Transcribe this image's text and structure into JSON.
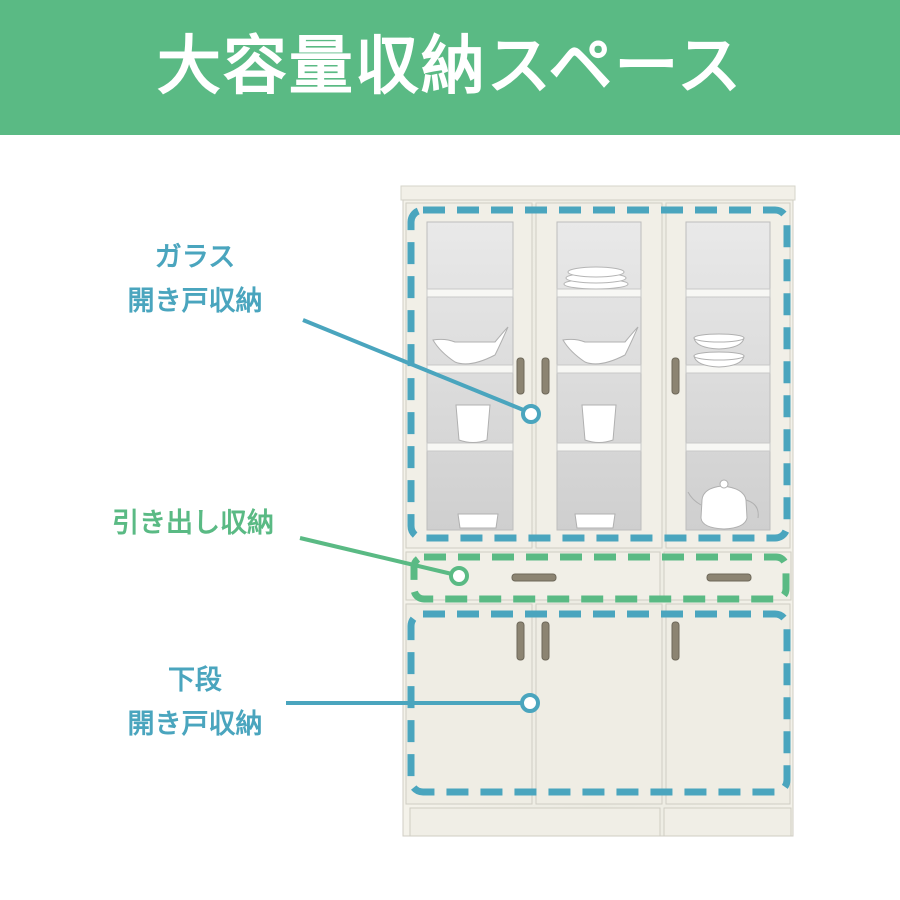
{
  "title": "大容量収納スペース",
  "labels": {
    "glass": {
      "line1": "ガラス",
      "line2": "開き戸収納"
    },
    "drawer": {
      "line1": "引き出し収納"
    },
    "lower": {
      "line1": "下段",
      "line2": "開き戸収納"
    }
  },
  "colors": {
    "banner": "#5aba84",
    "blue_marker": "#4aa5be",
    "green_marker": "#5aba84",
    "text_blue": "#4aa5be",
    "text_green": "#5aba84"
  },
  "icons": [
    "plate-stack-icon",
    "gravy-boat-icon",
    "cup-icon",
    "soup-bowl-icon",
    "teapot-icon"
  ]
}
